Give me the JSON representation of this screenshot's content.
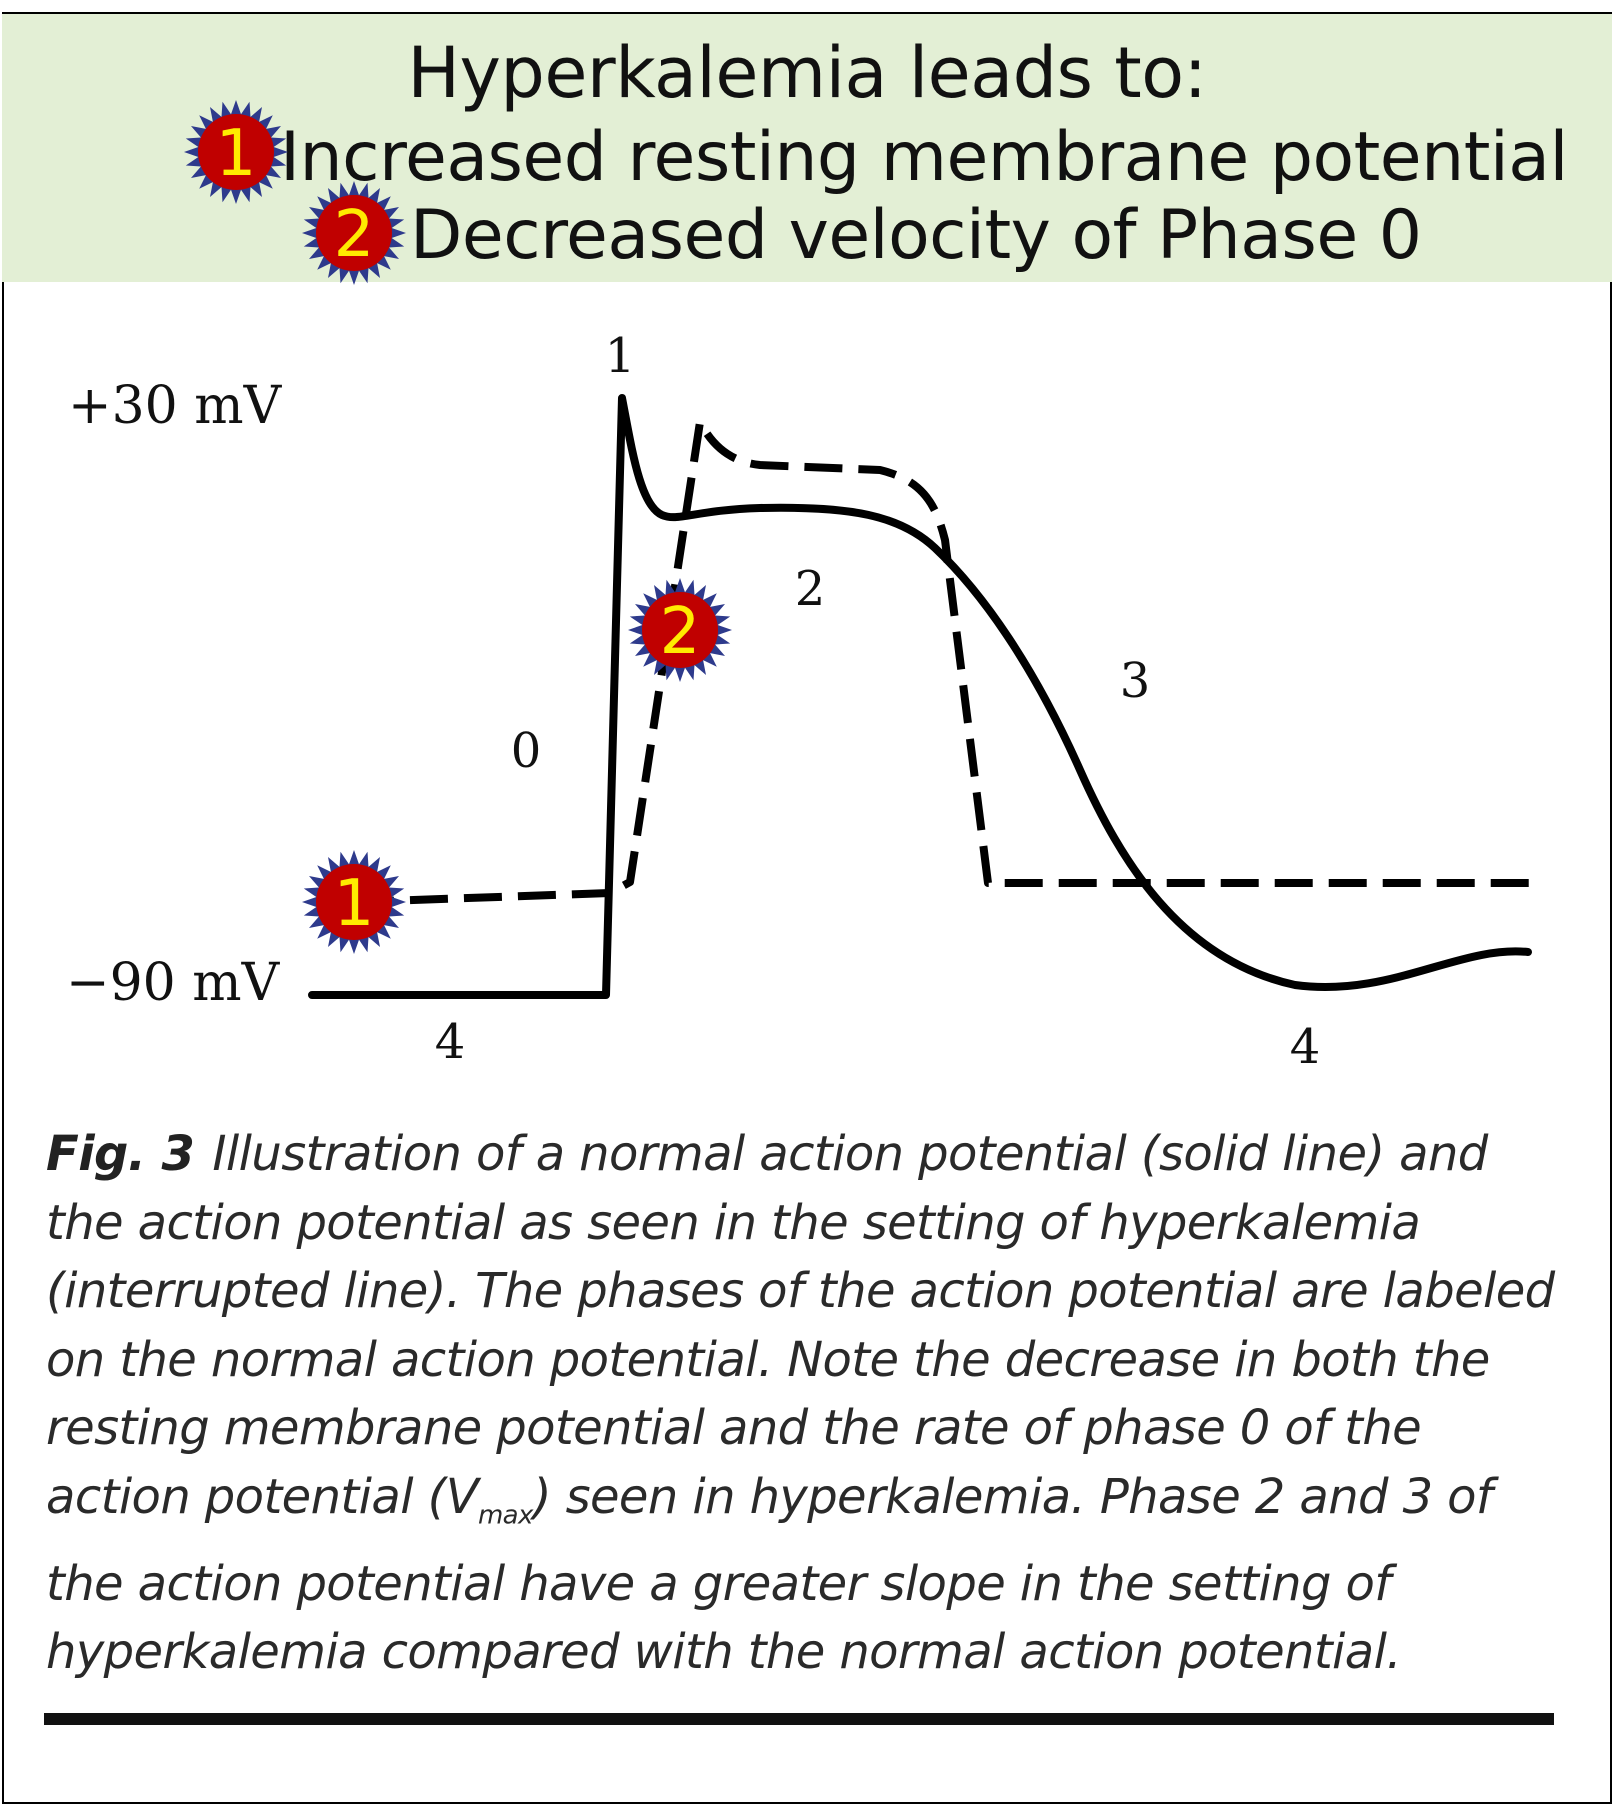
{
  "header": {
    "title": "Hyperkalemia leads to:",
    "points": [
      {
        "badge": "1",
        "text": "Increased resting membrane potential"
      },
      {
        "badge": "2",
        "text": "Decreased velocity of Phase 0"
      }
    ]
  },
  "diagram": {
    "y_axis_labels": {
      "top": "+30 mV",
      "bottom": "−90 mV"
    },
    "phase_labels": {
      "p0": "0",
      "p1": "1",
      "p2": "2",
      "p3": "3",
      "p4_left": "4",
      "p4_right": "4"
    },
    "markers": {
      "resting": "1",
      "phase0": "2"
    },
    "colors": {
      "badge_fill": "#c00000",
      "badge_rays": "#2e3a8c",
      "badge_text": "#ffeb00",
      "header_bg": "#e3efd5"
    }
  },
  "caption": {
    "fig_label": "Fig. 3",
    "text_before_sub": "Illustration of a normal action potential (solid line) and the action potential as seen in the setting of hyperkalemia (interrupted line). The phases of the action potential are labeled on the normal action potential. Note the decrease in both the resting membrane potential and the rate of phase 0 of the action potential (V",
    "sub": "max",
    "text_after_sub": ") seen in hyperkalemia. Phase 2 and 3 of the action potential have a greater slope in the setting of hyperkalemia compared with the normal action potential."
  }
}
